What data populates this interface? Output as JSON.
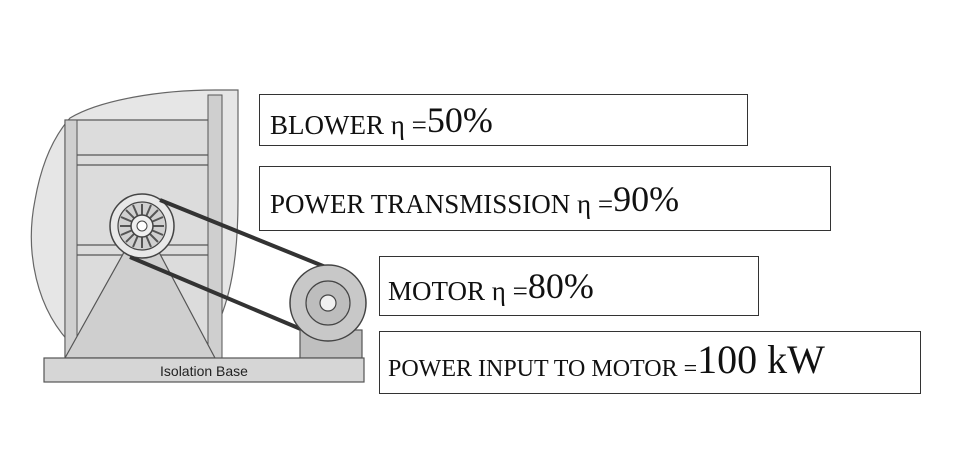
{
  "base_label": "Isolation Base",
  "labels": {
    "blower": {
      "text": "BLOWER η = ",
      "value": "50%"
    },
    "transmission": {
      "text": "POWER TRANSMISSION η = ",
      "value": "90%"
    },
    "motor": {
      "text": "MOTOR η = ",
      "value": "80%"
    },
    "input": {
      "text": "POWER INPUT TO MOTOR = ",
      "value": "100 kW"
    }
  },
  "colors": {
    "housing": "#e6e6e6",
    "frame_fill": "#d9d9d9",
    "line": "#555555",
    "belt": "#333333"
  }
}
